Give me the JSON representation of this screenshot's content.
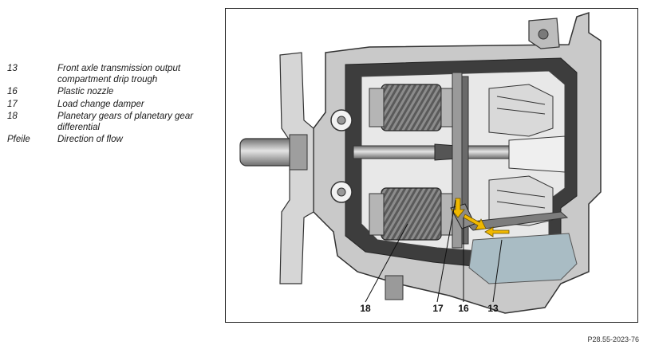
{
  "legend": [
    {
      "key": "13",
      "text": "Front axle transmission output compartment drip trough"
    },
    {
      "key": "16",
      "text": "Plastic nozzle"
    },
    {
      "key": "17",
      "text": "Load change damper"
    },
    {
      "key": "18",
      "text": "Planetary gears of planetary gear differential"
    },
    {
      "key": "Pfeile",
      "text": "Direction of flow"
    }
  ],
  "callouts": {
    "c18": "18",
    "c17": "17",
    "c16": "16",
    "c13": "13"
  },
  "reference": "P28.55-2023-76",
  "colors": {
    "metal_light": "#cfcfcf",
    "metal_mid": "#9a9a9a",
    "metal_dark": "#3a3a3a",
    "oil_pool": "#a9bcc4",
    "flow_arrow": "#f0b800"
  }
}
